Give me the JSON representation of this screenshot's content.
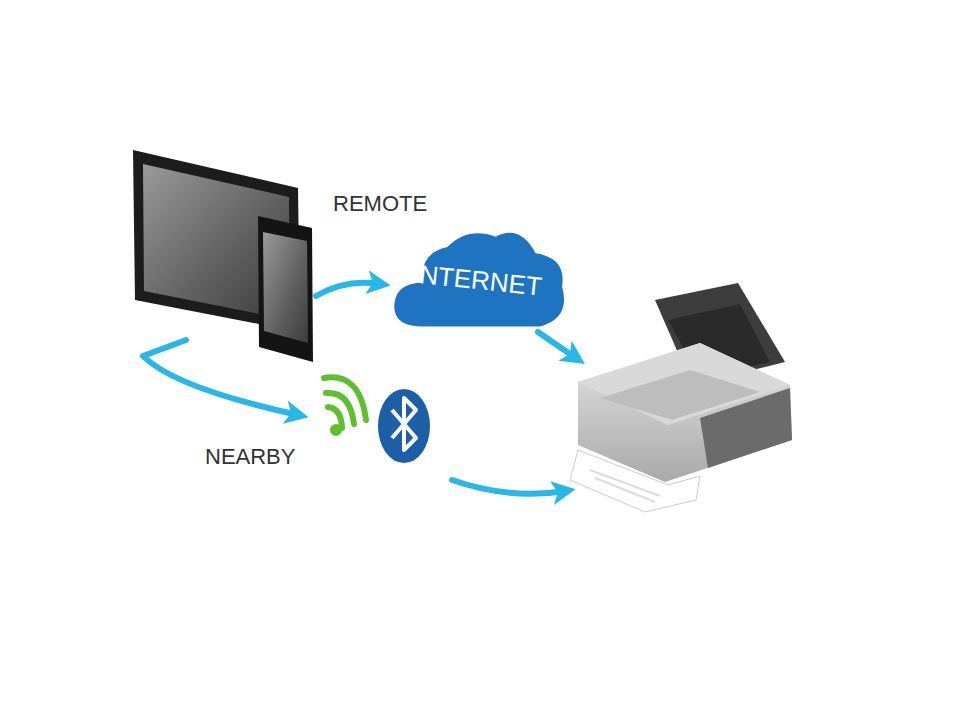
{
  "diagram": {
    "nodes": [
      {
        "text": [
          "INTERNET"
        ]
      }
    ],
    "labels": [
      "REMOTE",
      "NEARBY"
    ]
  }
}
